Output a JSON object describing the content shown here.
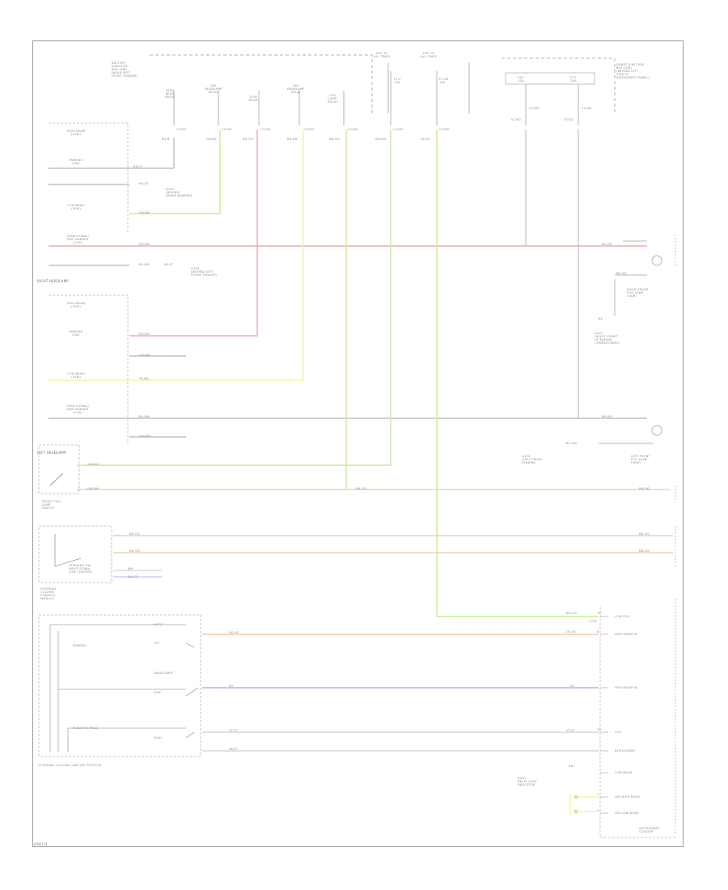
{
  "page": {
    "code": "W96174"
  },
  "colors": {
    "frame": "#9a9a9a",
    "wire_black": "#b5b5b5",
    "wire_green": "#c9e9a6",
    "wire_yellow_green": "#c6ee8e",
    "wire_red": "#f5a8a8",
    "wire_yellow": "#eef59a",
    "wire_orange": "#f3c9a8",
    "wire_tan": "#e6d3b7",
    "wire_blue": "#b3b3f0"
  },
  "top": {
    "left_note": [
      "BATTERY",
      "JUNCTION",
      "BOX (BJB)",
      "(NEAR LEFT",
      "FRONT FENDER)"
    ],
    "hot_left": [
      "HOT AT",
      "ALL TIMES"
    ],
    "hot_right": [
      "HOT AT",
      "ALL TIMES"
    ],
    "right_note": [
      "SMART JUNCTION",
      "BOX (SJB)",
      "(BEHIND LEFT",
      "SIDE OF",
      "INSTRUMENT PANEL)"
    ],
    "fuses": [
      [
        "HIGH",
        "BEAM",
        "RELAY"
      ],
      [
        "HID",
        "HEADLAMP",
        "RELAY"
      ],
      [
        "LOW",
        "BEAM"
      ],
      [
        "HID",
        "HEADLAMP",
        "RELAY"
      ],
      [
        "FOG",
        "LAMP",
        "RELAY"
      ],
      [
        "F1.2",
        "10A"
      ],
      [
        "F1.48",
        "10A"
      ]
    ],
    "sjb_fuses": [
      [
        "F59",
        "10A"
      ],
      [
        "F27",
        "10A"
      ]
    ],
    "connectors": [
      "C1000",
      "C1000",
      "C1000",
      "C1000",
      "C1000",
      "C1000",
      "C1000",
      "C2280",
      "C2280"
    ],
    "wire_codes": [
      "BU-B",
      "GN-BN",
      "BN-OG",
      "RD-BN",
      "BN-OG",
      "WH-BU",
      "YE-BU",
      "VT-RD",
      "VT-RD"
    ]
  },
  "right_headlamp": {
    "title": "RIGHT HEADLAMP",
    "items": [
      [
        "HIGH BEAM",
        "(55W)"
      ],
      [
        "PARKING",
        "(5W)"
      ],
      [
        "LOW BEAM",
        "(55W)"
      ],
      [
        "TURN SIGNAL/",
        "SIDE MARKER",
        "(21W)"
      ]
    ],
    "wires": [
      "BK-VT",
      "BU-VT",
      "GN-BN",
      "RD-BN",
      "BU-BN",
      "BK-VT"
    ],
    "ground_notes": [
      [
        "G102",
        "(BEHIND",
        "FRONT BUMPER)"
      ],
      [
        "G103",
        "(BEHIND LEFT",
        "FRONT FENDER)"
      ]
    ]
  },
  "left_headlamp": {
    "title": "LEFT HEADLAMP",
    "items": [
      [
        "HIGH BEAM",
        "(55W)"
      ],
      [
        "PARKING",
        "(5W)"
      ],
      [
        "LOW BEAM",
        "(55W)"
      ],
      [
        "TURN SIGNAL/",
        "SIDE MARKER",
        "(21W)"
      ]
    ],
    "wires": [
      "RD-BN",
      "GN-WH",
      "YE-BN",
      "BU-BN",
      "GN-WH"
    ]
  },
  "right_side": {
    "gnd_labels": [
      "BK-GN",
      "BK-GN",
      "BK"
    ],
    "right_fog": [
      "RIGHT FRONT",
      "FOG LAMP",
      "(55W)"
    ],
    "left_fog": [
      "LEFT FRONT",
      "FOG LAMP",
      "(55W)"
    ],
    "g_note_1": [
      "G101",
      "(RIGHT FRONT",
      "OF ENGINE",
      "COMPARTMENT)"
    ],
    "g_note_2": [
      "G104",
      "(LEFT FRONT",
      "FENDER)"
    ],
    "wires": [
      "BU-BN",
      "BU-GN",
      "BN-OG",
      "BN-OG"
    ]
  },
  "switches": {
    "fog_switch": [
      "FRONT FOG",
      "LAMP",
      "SWITCH"
    ],
    "fog_wires": [
      "GN-WH",
      "GN-WH"
    ],
    "steering_module": [
      "STEERING",
      "COLUMN",
      "CONTROL",
      "MODULE"
    ],
    "wiper": [
      "STEERING SW",
      "INPUT SIGNAL",
      "LOW CONTROL"
    ],
    "tan_wires": [
      "BN-OG",
      "BN-OG"
    ],
    "signal_wires": [
      "WH",
      "BU-VT"
    ],
    "multifunction": "STEERING COLUMN LAMP SW POSITION",
    "switch_labels": [
      "AUTO",
      "OFF",
      "PARKING",
      "HEADLAMPS",
      "FLASH TO PASS",
      "LOW",
      "HIGH"
    ]
  },
  "cluster": {
    "title": [
      "INSTRUMENT",
      "CLUSTER"
    ],
    "inputs": [
      "LOW FOG",
      "HIGH BEAM IN",
      "HIGH BEAM IN",
      "FOG",
      "INTELLIGENT",
      "LOW BEAM",
      "HID HIGH BEAM",
      "HID LOW BEAM"
    ],
    "pins": [
      "10",
      "8",
      "3",
      "12",
      "17",
      "6",
      "2",
      "1"
    ],
    "wires": [
      "BN-OG",
      "OG-YE",
      "BU",
      "VT-YE",
      "BK-VT",
      "BN",
      "VT-BU",
      "BU"
    ],
    "connector": "C220",
    "bottom_note": [
      "HIGH",
      "BEAM LIGHT",
      "INDICATOR"
    ]
  }
}
